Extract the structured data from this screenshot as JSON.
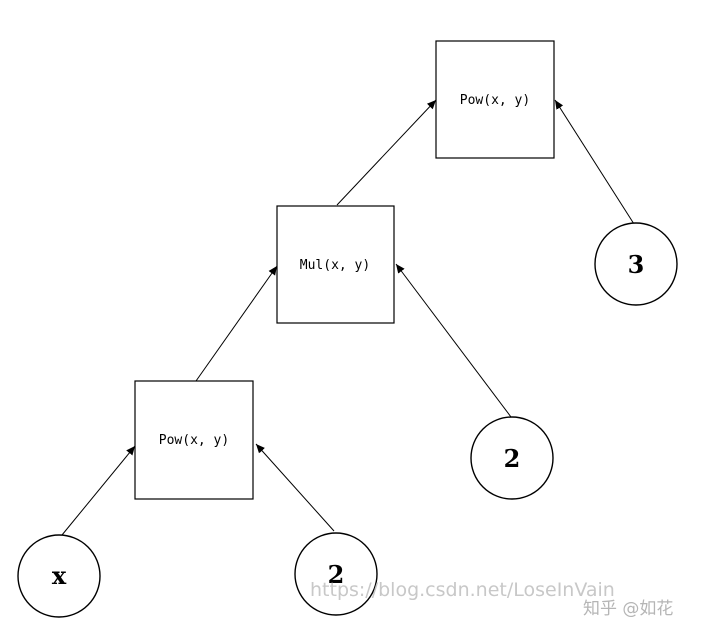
{
  "diagram": {
    "nodes": {
      "pow_top": {
        "label": "Pow(x, y)"
      },
      "mul": {
        "label": "Mul(x, y)"
      },
      "pow_bottom": {
        "label": "Pow(x, y)"
      },
      "leaf_x": {
        "label": "x"
      },
      "leaf_2a": {
        "label": "2"
      },
      "leaf_2b": {
        "label": "2"
      },
      "leaf_3": {
        "label": "3"
      }
    },
    "edges": [
      {
        "from": "leaf_x",
        "to": "pow_bottom"
      },
      {
        "from": "leaf_2a",
        "to": "pow_bottom"
      },
      {
        "from": "pow_bottom",
        "to": "mul"
      },
      {
        "from": "leaf_2b",
        "to": "mul"
      },
      {
        "from": "mul",
        "to": "pow_top"
      },
      {
        "from": "leaf_3",
        "to": "pow_top"
      }
    ]
  },
  "watermark": {
    "url": "https://blog.csdn.net/LoseInVain",
    "zhihu": "知乎 @如花"
  }
}
